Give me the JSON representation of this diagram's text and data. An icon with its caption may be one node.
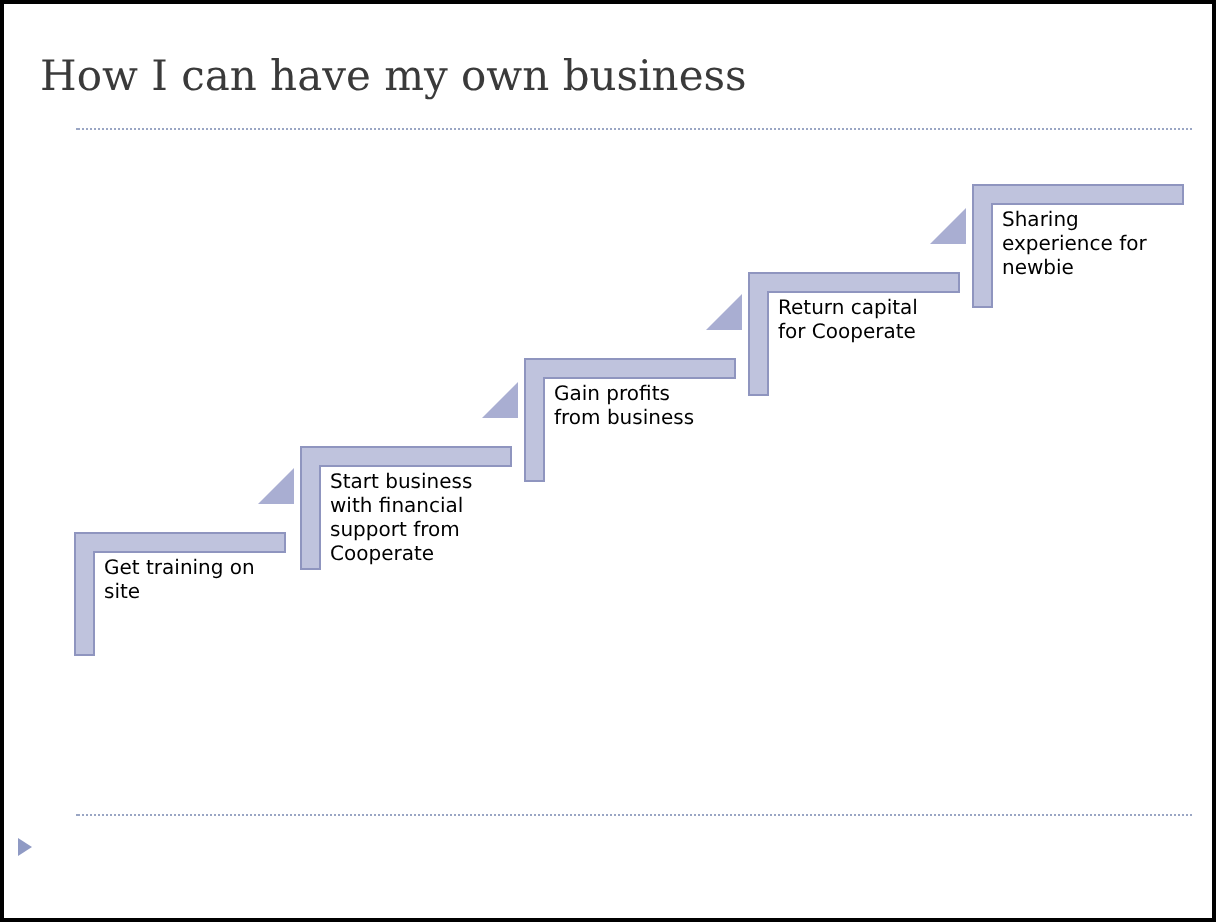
{
  "diagram": {
    "title": "How I can have my own business",
    "nodes": [
      {
        "text": [
          "Get training on site"
        ]
      },
      {
        "text": [
          "Start business with financial support from Cooperate"
        ]
      },
      {
        "text": [
          "Gain profits from business"
        ]
      },
      {
        "text": [
          "Return capital for Cooperate"
        ]
      },
      {
        "text": [
          "Sharing experience for newbie"
        ]
      }
    ],
    "edges": [
      {
        "from": 1,
        "to": 0,
        "arrow": "to"
      },
      {
        "from": 2,
        "to": 1,
        "arrow": "to"
      },
      {
        "from": 3,
        "to": 2,
        "arrow": "to"
      },
      {
        "from": 4,
        "to": 3,
        "arrow": "to"
      }
    ]
  }
}
